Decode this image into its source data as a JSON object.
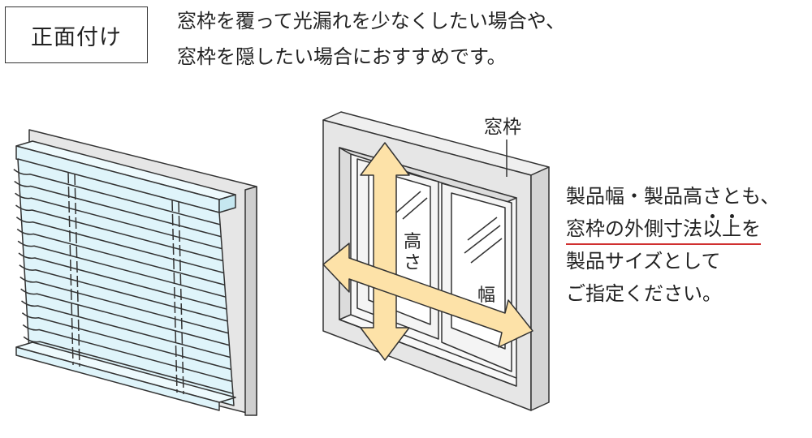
{
  "badge": {
    "label": "正面付け"
  },
  "intro": {
    "line1": "窓枠を覆って光漏れを少なくしたい場合や、",
    "line2": "窓枠を隠したい場合におすすめです。"
  },
  "window_diagram": {
    "frame_label": "窓枠",
    "height_label_1": "高",
    "height_label_2": "さ",
    "width_label": "幅"
  },
  "note": {
    "line1": "製品幅・製品高さとも、",
    "line2_a": "窓枠の外側寸法",
    "line2_b": "以",
    "line2_c": "上",
    "line2_d": "を",
    "line3": "製品サイズとして",
    "line4": "ご指定ください。"
  },
  "colors": {
    "blind": "#dff4fa",
    "frame": "#e6e6e6",
    "arrow": "#fde2a8",
    "underline": "#d03030"
  }
}
